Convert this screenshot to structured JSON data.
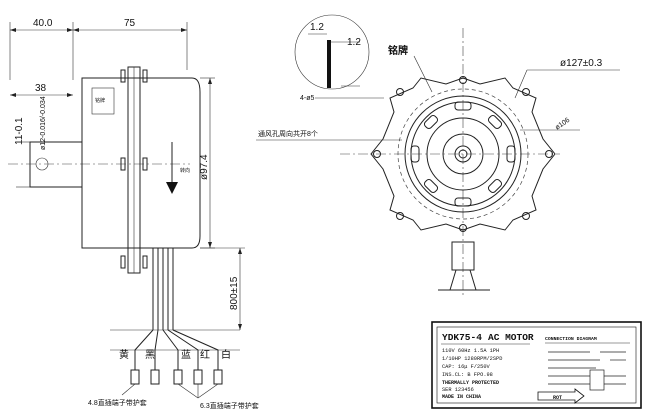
{
  "dimensions": {
    "d40": "40.0",
    "d75": "75",
    "d38": "38",
    "shaft_dia": "11-0.1",
    "body_dia": "ø97.4",
    "shaft_tol": "ø12-0.016/-0.034",
    "lead_length": "800±15",
    "outer_dia": "ø127±0.3",
    "inner_dia": "ø106",
    "holes": "4-ø5",
    "slot_a": "1.2",
    "slot_b": "1.2"
  },
  "labels": {
    "nameplate": "铭牌",
    "vent_note": "通风孔周向共开8个",
    "terminal_48": "4.8直插端子带护套",
    "terminal_63": "6.3直插端子带护套",
    "rotation": "转向",
    "body_tag": "铭牌"
  },
  "wire_colors": [
    "黄",
    "黑",
    "蓝",
    "红",
    "白"
  ],
  "nameplate": {
    "model": "YDK75-4",
    "type": "AC MOTOR",
    "line1": "110V 60Hz 1.5A 1PH",
    "line2": "1/10HP  1280RPM/2SPD",
    "line3": "CAP: 16μ F/250V",
    "line4": "INS.CL: B FPO.98",
    "line5": "THERMALLY PROTECTED",
    "line6": "SER 123456",
    "line7": "MADE IN CHINA",
    "diagram_title": "CONNECTION DIAGRAM",
    "rot_label": "ROT"
  }
}
